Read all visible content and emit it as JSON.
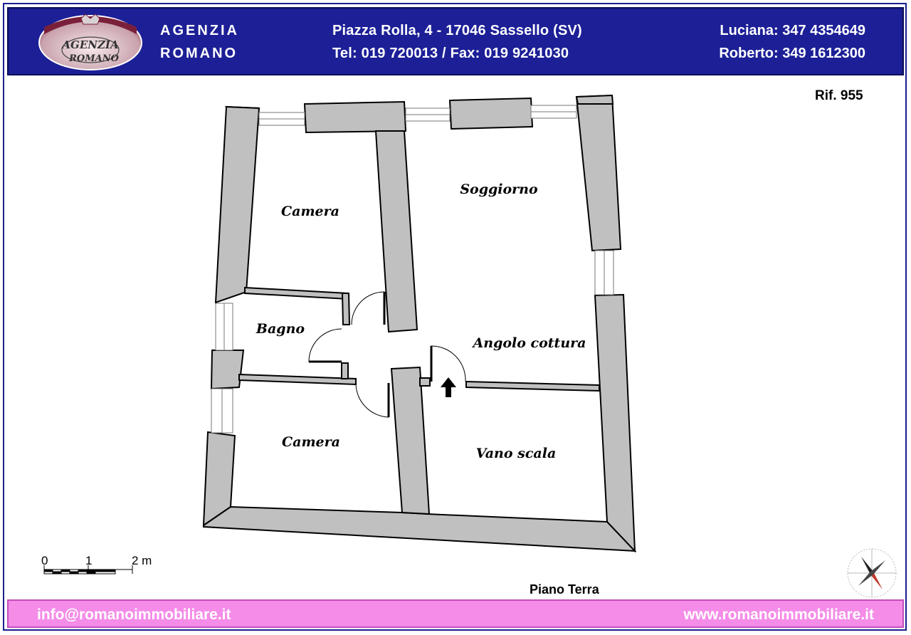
{
  "header": {
    "agency_line1": "AGENZIA",
    "agency_line2": "ROMANO",
    "address": "Piazza Rolla, 4 - 17046 Sassello (SV)",
    "tel_fax": "Tel: 019 720013 / Fax: 019 9241030",
    "phone1": "Luciana: 347 4354649",
    "phone2": "Roberto: 349 1612300",
    "logo_text_top": "AGENZIA",
    "logo_text_bottom": "ROMANO"
  },
  "reference": "Rif. 955",
  "rooms": {
    "camera_top": "Camera",
    "soggiorno": "Soggiorno",
    "bagno": "Bagno",
    "angolo_cottura": "Angolo cottura",
    "camera_bottom": "Camera",
    "vano_scala": "Vano scala"
  },
  "scale": {
    "tick0": "0",
    "tick1": "1",
    "tick2": "2 m"
  },
  "floor_title": "Piano Terra",
  "footer": {
    "email": "info@romanoimmobiliare.it",
    "website": "www.romanoimmobiliare.it"
  },
  "colors": {
    "header_bg": "#1c1f96",
    "footer_bg": "#f48ce8",
    "wall_fill": "#c0c0c0"
  }
}
